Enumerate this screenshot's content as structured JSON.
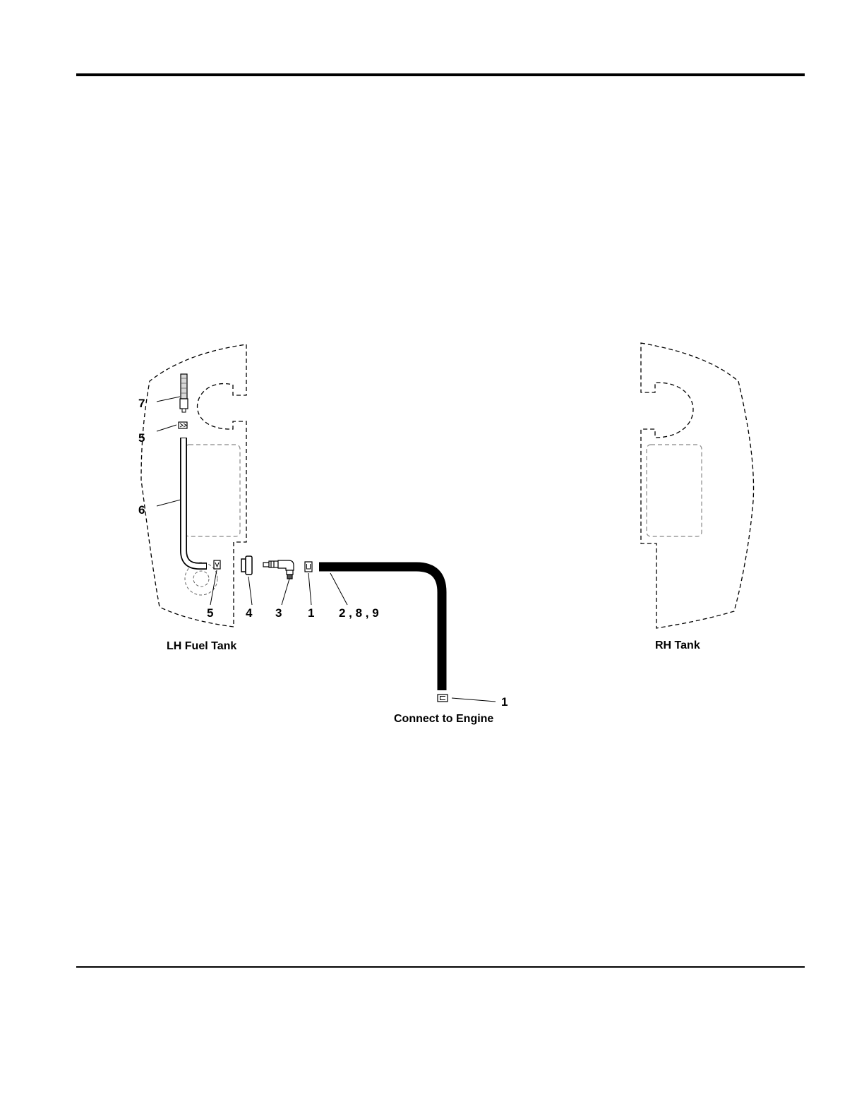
{
  "callouts": {
    "c7": "7",
    "c5_top": "5",
    "c6": "6",
    "c5_bottom": "5",
    "c4": "4",
    "c3": "3",
    "c1_left": "1",
    "c2_8_9": "2 , 8 , 9",
    "c1_engine": "1"
  },
  "captions": {
    "lh_tank": "LH Fuel Tank",
    "rh_tank": "RH Tank",
    "engine": "Connect to Engine"
  }
}
